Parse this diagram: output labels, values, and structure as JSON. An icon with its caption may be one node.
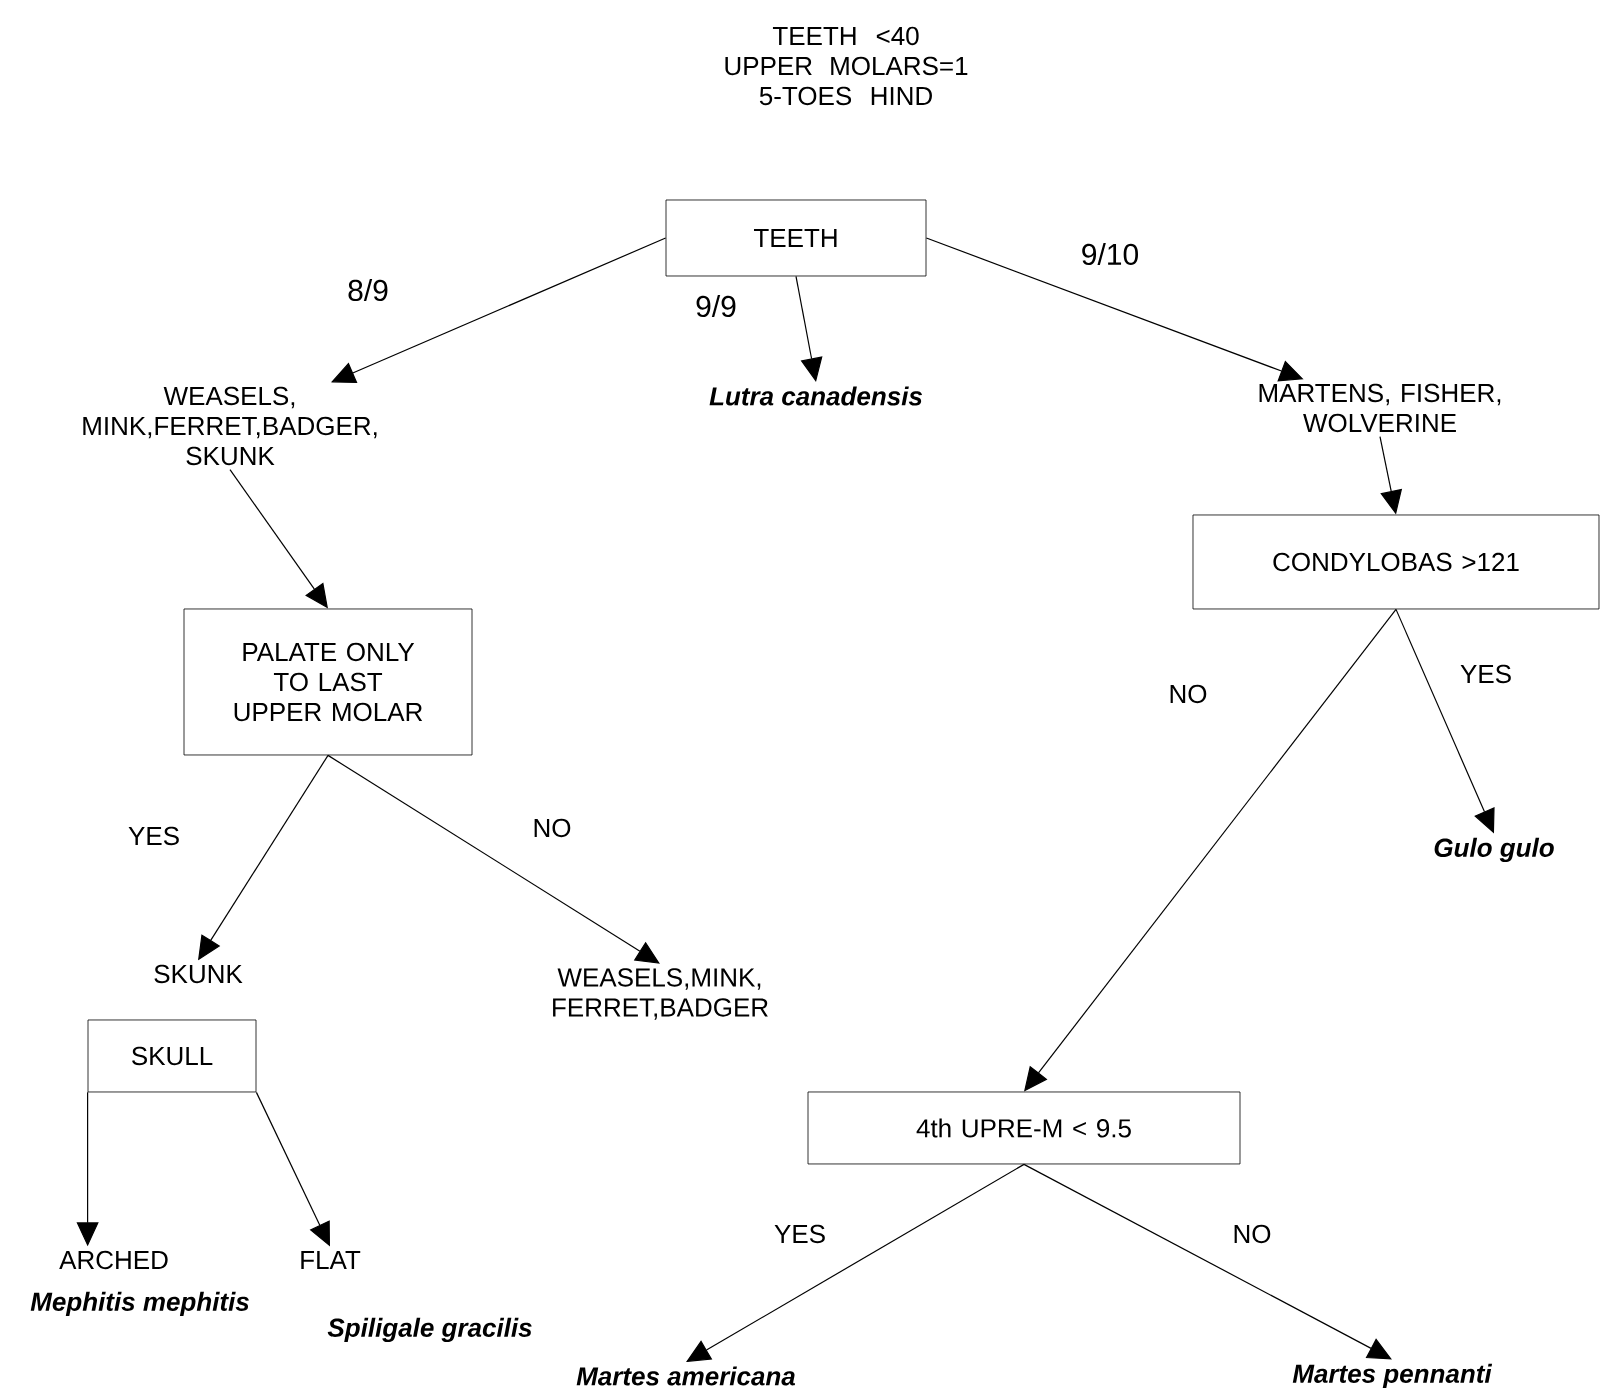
{
  "diagram": {
    "title": "TEETH <40 UPPER MOLARS=1 5-TOES HIND",
    "nodes": [
      {
        "text": [
          "TEETH"
        ]
      },
      {
        "text": [
          "WEASELS, MINK,FERRET,BADGER, SKUNK"
        ]
      },
      {
        "text": [
          "Lutra canadensis"
        ]
      },
      {
        "text": [
          "MARTENS, FISHER, WOLVERINE"
        ]
      },
      {
        "text": [
          "PALATE ONLY TO LAST UPPER MOLAR"
        ]
      },
      {
        "text": [
          "SKUNK"
        ]
      },
      {
        "text": [
          "WEASELS,MINK, FERRET,BADGER"
        ]
      },
      {
        "text": [
          "SKULL"
        ]
      },
      {
        "text": [
          "ARCHED"
        ],
        "beside": [
          "Mephitis mephitis"
        ]
      },
      {
        "text": [
          "FLAT"
        ],
        "beside": [
          "Spiligale gracilis"
        ]
      },
      {
        "text": [
          "CONDYLOBAS >121"
        ]
      },
      {
        "text": [
          "Gulo gulo"
        ]
      },
      {
        "text": [
          "4th UPRE-M < 9.5"
        ]
      },
      {
        "text": [
          "Martes americana"
        ]
      },
      {
        "text": [
          "Martes pennanti"
        ]
      }
    ],
    "edges": [
      {
        "from": 0,
        "to": 1,
        "arrow": "to",
        "label": "8/9"
      },
      {
        "from": 0,
        "to": 2,
        "arrow": "to",
        "label": "9/9"
      },
      {
        "from": 0,
        "to": 3,
        "arrow": "to",
        "label": "9/10"
      },
      {
        "from": 1,
        "to": 4,
        "arrow": "to"
      },
      {
        "from": 4,
        "to": 5,
        "arrow": "to",
        "label": "YES"
      },
      {
        "from": 4,
        "to": 6,
        "arrow": "to",
        "label": "NO"
      },
      {
        "from": 7,
        "to": 8,
        "arrow": "to"
      },
      {
        "from": 7,
        "to": 9,
        "arrow": "to"
      },
      {
        "from": 3,
        "to": 10,
        "arrow": "to"
      },
      {
        "from": 10,
        "to": 12,
        "arrow": "to",
        "label": "NO"
      },
      {
        "from": 10,
        "to": 11,
        "arrow": "to",
        "label": "YES"
      },
      {
        "from": 12,
        "to": 13,
        "arrow": "to",
        "label": "YES"
      },
      {
        "from": 12,
        "to": 14,
        "arrow": "to",
        "label": "NO"
      }
    ]
  }
}
